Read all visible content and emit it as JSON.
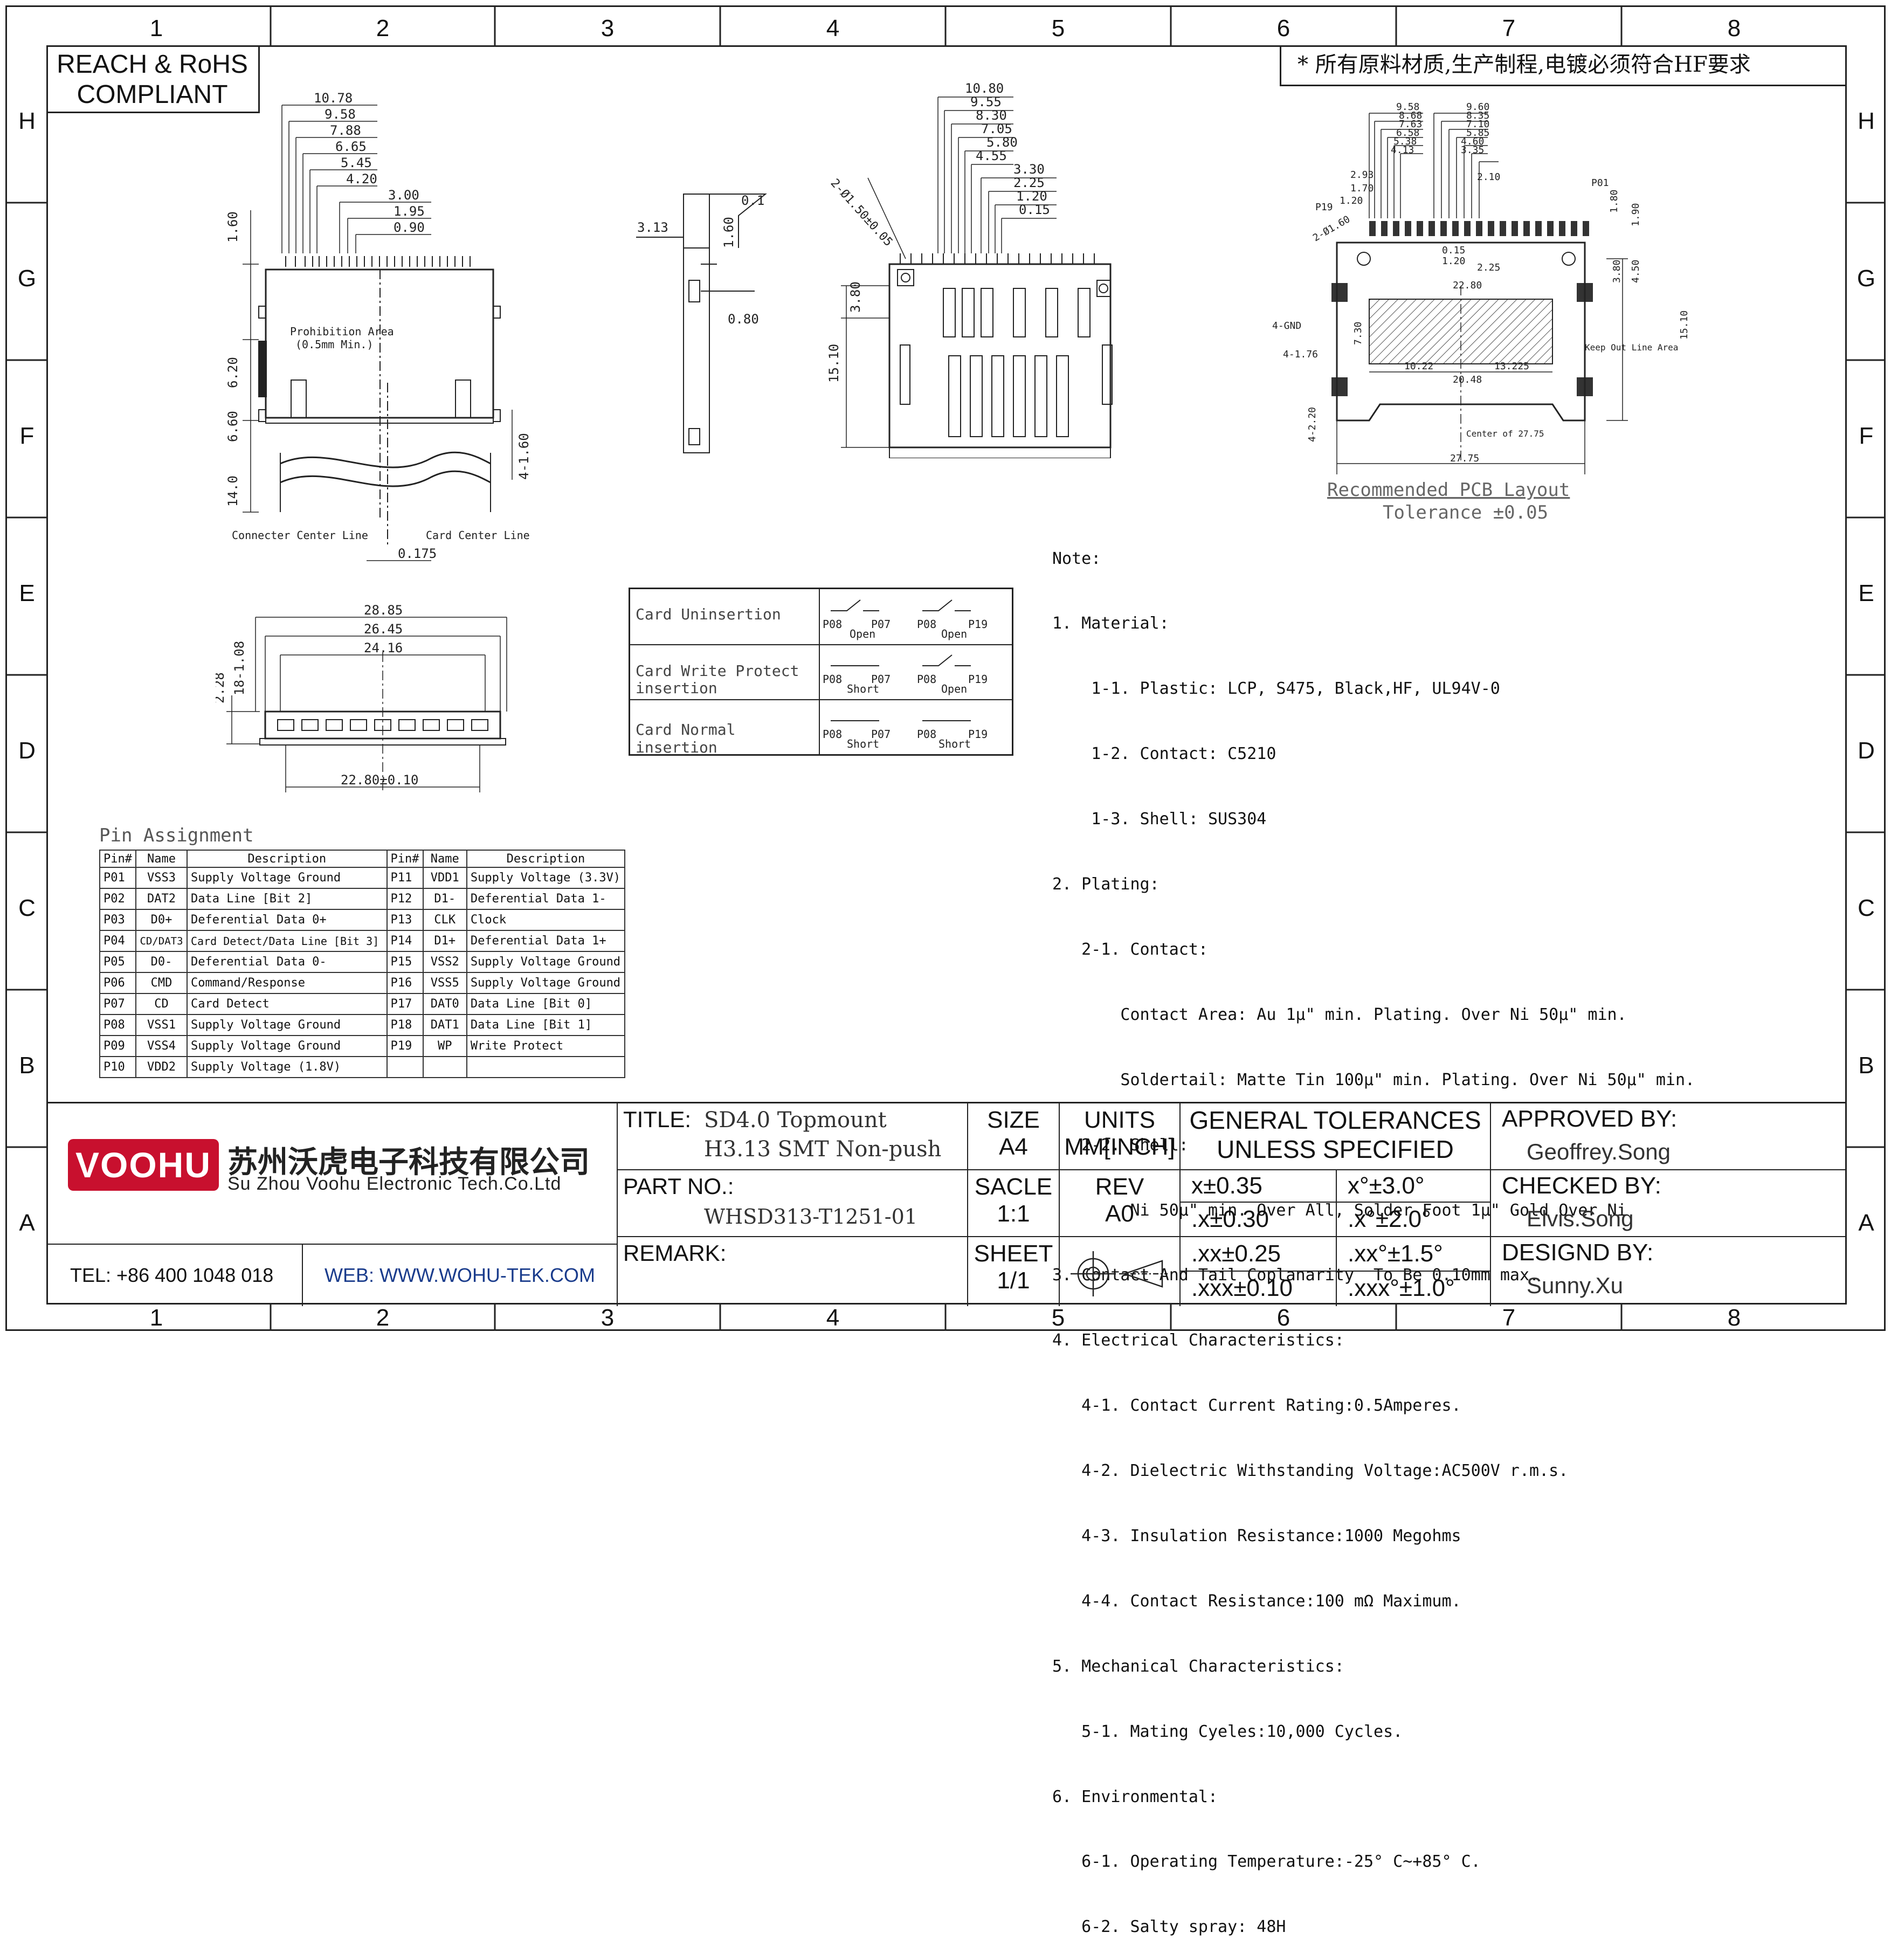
{
  "zones": {
    "columns": [
      "1",
      "2",
      "3",
      "4",
      "5",
      "6",
      "7",
      "8"
    ],
    "rows": [
      "H",
      "G",
      "F",
      "E",
      "D",
      "C",
      "B",
      "A"
    ]
  },
  "compliance": {
    "line1": "REACH & RoHS",
    "line2": "COMPLIANT"
  },
  "hf_note": "* 所有原料材质,生产制程,电镀必须符合HF要求",
  "drawing_labels": {
    "side_dims": [
      "10.78",
      "9.58",
      "7.88",
      "6.65",
      "5.45",
      "4.20",
      "3.00",
      "1.95",
      "0.90"
    ],
    "side_v": [
      "1.60",
      "6.20",
      "6.60",
      "14.0",
      "4-1.60"
    ],
    "prohibition": "Prohibition Area",
    "prohibition_sub": "(0.5mm Min.)",
    "connecter_center": "Connecter Center Line",
    "card_center": "Card Center Line",
    "dim_0175": "0.175",
    "mid_dims": [
      "3.13",
      "0.1",
      "1.60",
      "0.80"
    ],
    "top_dims": [
      "10.80",
      "9.55",
      "8.30",
      "7.05",
      "5.80",
      "4.55",
      "3.30",
      "2.25",
      "1.20",
      "0.15"
    ],
    "top_v": [
      "3.80",
      "15.10"
    ],
    "hole_label": "2-Ø1.50±0.05",
    "front_dims": [
      "28.85",
      "26.45",
      "24.16",
      "22.80±0.10"
    ],
    "front_v": [
      "2.28",
      "18-1.08"
    ],
    "pcb_left_dims": [
      "9.58",
      "8.68",
      "7.63",
      "6.58",
      "5.38",
      "4.13",
      "2.93",
      "1.70",
      "1.20"
    ],
    "pcb_right_dims": [
      "9.60",
      "8.35",
      "7.10",
      "5.85",
      "4.60",
      "3.35",
      "2.10"
    ],
    "pcb_p19": "P19",
    "pcb_p01": "P01",
    "pcb_misc": [
      "0.15",
      "1.20",
      "2.25",
      "22.80",
      "10.22",
      "13.225",
      "20.48",
      "27.75",
      "1.80",
      "1.90",
      "3.80",
      "4.50",
      "15.10",
      "7.30",
      "2-Ø1.60",
      "4-GND",
      "4-1.76",
      "4-2.20"
    ],
    "keep_out": "Keep Out Line Area",
    "center_of": "Center of 27.75",
    "recommended": "Recommended PCB Layout",
    "tolerance": "Tolerance ±0.05"
  },
  "switch_table": {
    "rows": [
      {
        "label": "Card Uninsertion",
        "sw1": {
          "a": "P08",
          "b": "P07",
          "state": "Open"
        },
        "sw2": {
          "a": "P08",
          "b": "P19",
          "state": "Open"
        }
      },
      {
        "label": "Card Write Protect insertion",
        "sw1": {
          "a": "P08",
          "b": "P07",
          "state": "Short"
        },
        "sw2": {
          "a": "P08",
          "b": "P19",
          "state": "Open"
        }
      },
      {
        "label": "Card Normal insertion",
        "sw1": {
          "a": "P08",
          "b": "P07",
          "state": "Short"
        },
        "sw2": {
          "a": "P08",
          "b": "P19",
          "state": "Short"
        }
      }
    ]
  },
  "notes": [
    "Note:",
    "1. Material:",
    "    1-1. Plastic: LCP, S475, Black,HF, UL94V-0",
    "    1-2. Contact: C5210",
    "    1-3. Shell: SUS304",
    "2. Plating:",
    "   2-1. Contact:",
    "       Contact Area: Au 1μ\" min. Plating. Over Ni 50μ\" min.",
    "       Soldertail: Matte Tin 100μ\" min. Plating. Over Ni 50μ\" min.",
    "   2-2. Shell:",
    "        Ni 50μ\" min. Over All, Solder Foot 1μ\" Gold Over Ni",
    "3. Contact And Tail Coplanarity  To Be 0.10mm max.",
    "4. Electrical Characteristics:",
    "   4-1. Contact Current Rating:0.5Amperes.",
    "   4-2. Dielectric Withstanding Voltage:AC500V r.m.s.",
    "   4-3. Insulation Resistance:1000 Megohms",
    "   4-4. Contact Resistance:100 mΩ Maximum.",
    "5. Mechanical Characteristics:",
    "   5-1. Mating Cyeles:10,000 Cycles.",
    "6. Environmental:",
    "   6-1. Operating Temperature:-25° C~+85° C.",
    "   6-2. Salty spray: 48H"
  ],
  "pin_assignment": {
    "title": "Pin Assignment",
    "headers": [
      "Pin#",
      "Name",
      "Description",
      "Pin#",
      "Name",
      "Description"
    ],
    "rows": [
      [
        "P01",
        "VSS3",
        "Supply Voltage Ground",
        "P11",
        "VDD1",
        "Supply Voltage (3.3V)"
      ],
      [
        "P02",
        "DAT2",
        "Data Line [Bit 2]",
        "P12",
        "D1-",
        "Deferential Data 1-"
      ],
      [
        "P03",
        "D0+",
        "Deferential Data 0+",
        "P13",
        "CLK",
        "Clock"
      ],
      [
        "P04",
        "CD/DAT3",
        "Card Detect/Data Line [Bit 3]",
        "P14",
        "D1+",
        "Deferential Data 1+"
      ],
      [
        "P05",
        "D0-",
        "Deferential Data 0-",
        "P15",
        "VSS2",
        "Supply Voltage Ground"
      ],
      [
        "P06",
        "CMD",
        "Command/Response",
        "P16",
        "VSS5",
        "Supply Voltage Ground"
      ],
      [
        "P07",
        "CD",
        "Card Detect",
        "P17",
        "DAT0",
        "Data Line [Bit 0]"
      ],
      [
        "P08",
        "VSS1",
        "Supply Voltage Ground",
        "P18",
        "DAT1",
        "Data Line [Bit 1]"
      ],
      [
        "P09",
        "VSS4",
        "Supply Voltage Ground",
        "P19",
        "WP",
        "Write Protect"
      ],
      [
        "P10",
        "VDD2",
        "Supply Voltage (1.8V)",
        "",
        "",
        ""
      ]
    ]
  },
  "title_block": {
    "logo_text": "VOOHU",
    "company_cn": "苏州沃虎电子科技有限公司",
    "company_en": "Su Zhou Voohu Electronic Tech.Co.Ltd",
    "tel": "TEL: +86 400 1048 018",
    "web": "WEB: WWW.WOHU-TEK.COM",
    "title_label": "TITLE:",
    "title_line1": "SD4.0 Topmount",
    "title_line2": "H3.13 SMT Non-push",
    "part_label": "PART NO.:",
    "part_no": "WHSD313-T1251-01",
    "remark_label": "REMARK:",
    "size_label": "SIZE",
    "size_value": "A4",
    "units_label": "UNITS",
    "units_value": "MM[INCH]",
    "scale_label": "SACLE",
    "scale_value": "1:1",
    "rev_label": "REV",
    "rev_value": "A0",
    "sheet_label": "SHEET",
    "sheet_value": "1/1",
    "gt_line1": "GENERAL TOLERANCES",
    "gt_line2": "UNLESS SPECIFIED",
    "tolerances": [
      [
        "x±0.35",
        "x°±3.0°"
      ],
      [
        ".x±0.30",
        ".x°±2.0°"
      ],
      [
        ".xx±0.25",
        ".xx°±1.5°"
      ],
      [
        ".xxx±0.10",
        ".xxx°±1.0°"
      ]
    ],
    "approved_label": "APPROVED BY:",
    "approved_name": "Geoffrey.Song",
    "checked_label": "CHECKED BY:",
    "checked_name": "Elvis.Song",
    "designed_label": "DESIGND BY:",
    "designed_name": "Sunny.Xu",
    "logo_color": "#c8102e",
    "web_color": "#1a3c8c"
  }
}
